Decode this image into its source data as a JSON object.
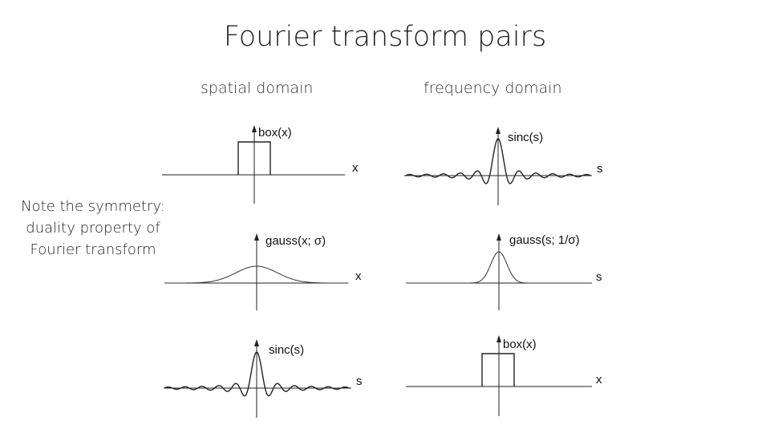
{
  "slide": {
    "title": "Fourier transform pairs",
    "column_headers": {
      "spatial": "spatial domain",
      "frequency": "frequency domain"
    },
    "note_lines": [
      "Note the symmetry:",
      "duality property of",
      "Fourier transform"
    ]
  },
  "plots": {
    "spatial_box": {
      "label": "box(x)",
      "axis_letter": "x"
    },
    "freq_sinc": {
      "label": "sinc(s)",
      "axis_letter": "s"
    },
    "spatial_gauss": {
      "label": "gauss(x; σ)",
      "axis_letter": "x"
    },
    "freq_gauss": {
      "label": "gauss(s; 1/σ)",
      "axis_letter": "s"
    },
    "spatial_sinc": {
      "label": "sinc(s)",
      "axis_letter": "s"
    },
    "freq_box": {
      "label": "box(x)",
      "axis_letter": "x"
    }
  }
}
